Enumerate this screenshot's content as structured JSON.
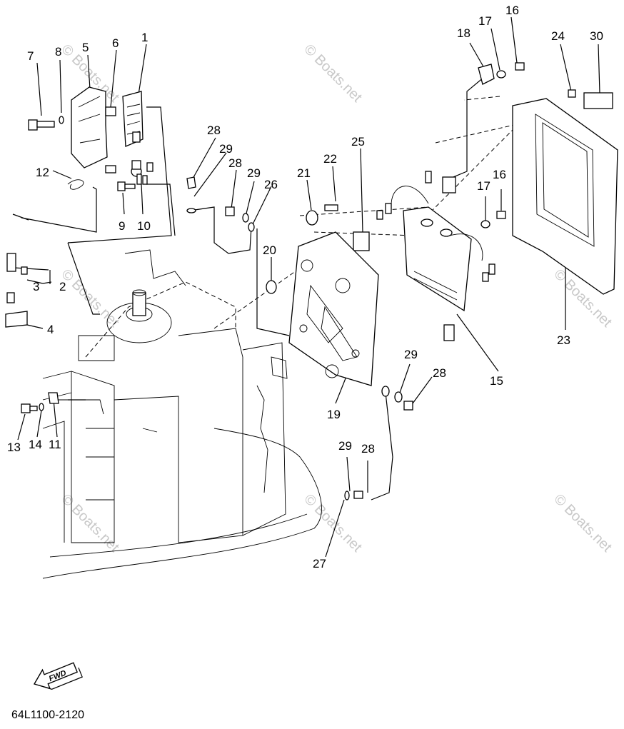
{
  "diagram": {
    "catalog_code": "64L1100-2120",
    "fwd_label": "FWD",
    "watermark_text": "© Boats.net",
    "callouts": [
      "1",
      "2",
      "3",
      "4",
      "5",
      "6",
      "7",
      "8",
      "9",
      "10",
      "11",
      "12",
      "13",
      "14",
      "15",
      "16",
      "16",
      "17",
      "17",
      "18",
      "19",
      "20",
      "21",
      "22",
      "23",
      "24",
      "25",
      "26",
      "27",
      "28",
      "28",
      "28",
      "28",
      "29",
      "29",
      "29",
      "29",
      "30"
    ]
  }
}
